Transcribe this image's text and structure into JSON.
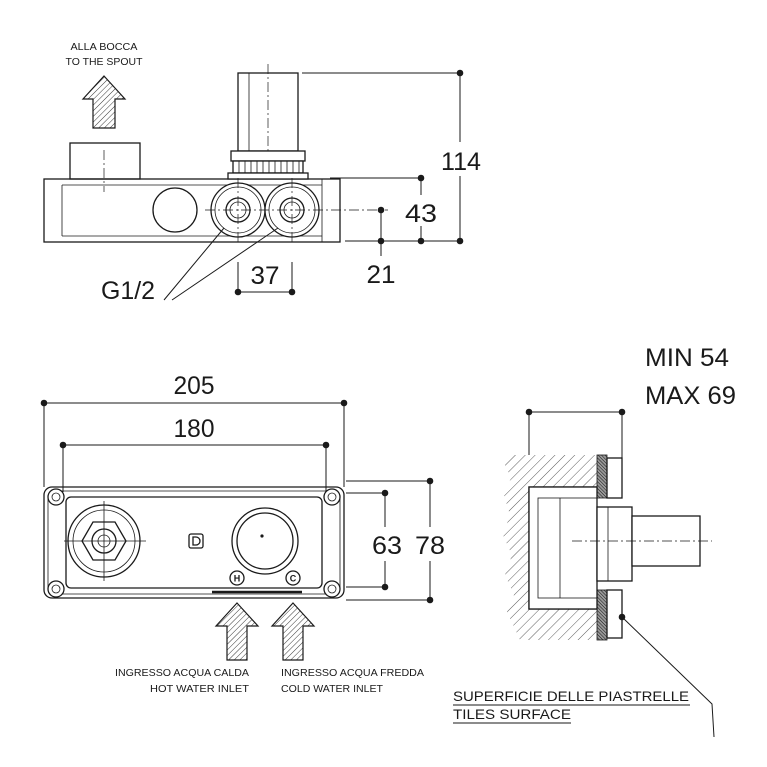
{
  "colors": {
    "line": "#1a1a1a",
    "background": "#ffffff"
  },
  "top_view": {
    "spout_label": {
      "it": "ALLA BOCCA",
      "en": "TO THE SPOUT"
    },
    "dim_total_height": "114",
    "dim_body_height": "43",
    "dim_axis_height": "21",
    "thread_label": "G1/2",
    "dim_port_spacing": "37"
  },
  "front_view": {
    "dim_total_width": "205",
    "dim_mounting_width": "180",
    "dim_inner_height": "63",
    "dim_total_height": "78",
    "hot_mark": "H",
    "cold_mark": "C",
    "hot_inlet": {
      "it": "INGRESSO ACQUA CALDA",
      "en": "HOT WATER INLET"
    },
    "cold_inlet": {
      "it": "INGRESSO ACQUA FREDDA",
      "en": "COLD WATER INLET"
    }
  },
  "side_view": {
    "depth_min": "MIN 54",
    "depth_max": "MAX 69",
    "tiles_surface": {
      "it": "SUPERFICIE DELLE PIASTRELLE",
      "en": "TILES SURFACE"
    }
  }
}
